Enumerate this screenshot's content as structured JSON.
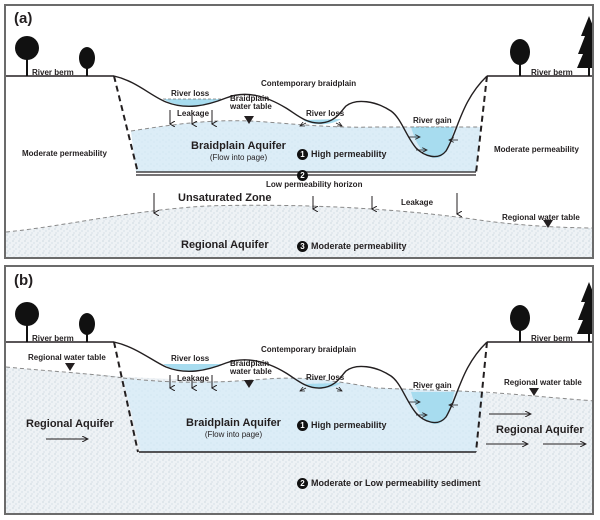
{
  "colors": {
    "river_water": "#a7dcef",
    "braidplain_aquifer": "#dcedf7",
    "regional_aquifer": "#e8eef3",
    "outline": "#231f20",
    "frame": "#6b6b6b"
  },
  "panel_a": {
    "tag": "(a)",
    "river_berm_left": "River berm",
    "river_berm_right": "River berm",
    "contemporary_braidplain": "Contemporary braidplain",
    "river_loss_1": "River loss",
    "river_loss_2": "River loss",
    "river_gain": "River gain",
    "leakage_top": "Leakage",
    "braidplain_water_table": "Braidplain\nwater table",
    "braidplain_aquifer": "Braidplain Aquifer",
    "flow_into_page": "(Flow into page)",
    "moderate_permeability_left": "Moderate permeability",
    "moderate_permeability_right": "Moderate permeability",
    "marker_1": "1",
    "high_permeability": "High permeability",
    "marker_2": "2",
    "low_permeability_horizon": "Low permeability horizon",
    "unsaturated_zone": "Unsaturated Zone",
    "leakage_bottom": "Leakage",
    "regional_water_table": "Regional water table",
    "regional_aquifer": "Regional Aquifer",
    "marker_3": "3",
    "moderate_permeability_regional": "Moderate permeability"
  },
  "panel_b": {
    "tag": "(b)",
    "river_berm_left": "River berm",
    "river_berm_right": "River berm",
    "contemporary_braidplain": "Contemporary braidplain",
    "regional_water_table_left": "Regional water table",
    "regional_water_table_right": "Regional water table",
    "river_loss_1": "River loss",
    "river_loss_2": "River loss",
    "river_gain": "River gain",
    "leakage": "Leakage",
    "braidplain_water_table": "Braidplain\nwater table",
    "regional_aquifer_left": "Regional Aquifer",
    "regional_aquifer_right": "Regional Aquifer",
    "braidplain_aquifer": "Braidplain Aquifer",
    "flow_into_page": "(Flow into page)",
    "marker_1": "1",
    "high_permeability": "High permeability",
    "marker_2": "2",
    "moderate_or_low_permeability": "Moderate or Low permeability sediment"
  }
}
